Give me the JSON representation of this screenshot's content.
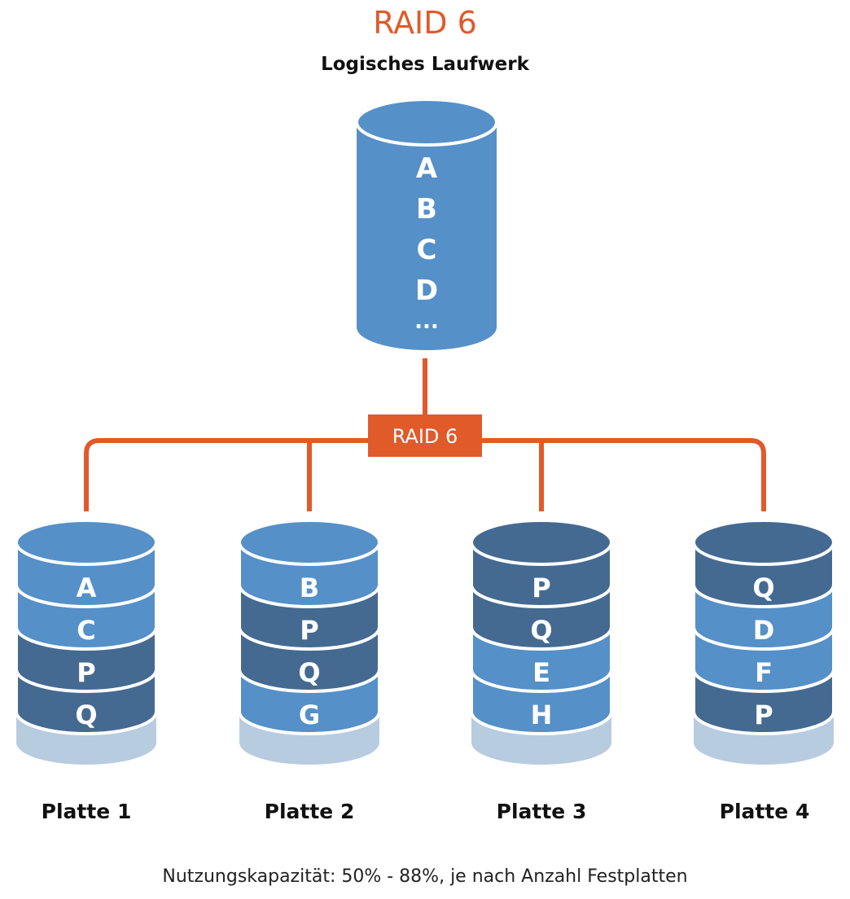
{
  "title": "RAID 6",
  "logical_drive": {
    "label": "Logisches Laufwerk",
    "blocks": [
      "A",
      "B",
      "C",
      "D",
      "..."
    ]
  },
  "raid_box_label": "RAID 6",
  "disks": [
    {
      "label": "Platte 1",
      "blocks": [
        {
          "text": "A",
          "kind": "data"
        },
        {
          "text": "C",
          "kind": "data"
        },
        {
          "text": "P",
          "kind": "parity"
        },
        {
          "text": "Q",
          "kind": "parity"
        }
      ]
    },
    {
      "label": "Platte 2",
      "blocks": [
        {
          "text": "B",
          "kind": "data"
        },
        {
          "text": "P",
          "kind": "parity"
        },
        {
          "text": "Q",
          "kind": "parity"
        },
        {
          "text": "G",
          "kind": "data"
        }
      ]
    },
    {
      "label": "Platte 3",
      "blocks": [
        {
          "text": "P",
          "kind": "parity"
        },
        {
          "text": "Q",
          "kind": "parity"
        },
        {
          "text": "E",
          "kind": "data"
        },
        {
          "text": "H",
          "kind": "data"
        }
      ]
    },
    {
      "label": "Platte 4",
      "blocks": [
        {
          "text": "Q",
          "kind": "parity"
        },
        {
          "text": "D",
          "kind": "data"
        },
        {
          "text": "F",
          "kind": "data"
        },
        {
          "text": "P",
          "kind": "parity"
        }
      ]
    }
  ],
  "footer": "Nutzungskapazität: 50% - 88%, je nach Anzahl Festplatten",
  "colors": {
    "accent": "#e05a2a",
    "data": "#5590c8",
    "parity": "#456a91",
    "empty": "#b8cce0",
    "logical": "#5590c8"
  }
}
